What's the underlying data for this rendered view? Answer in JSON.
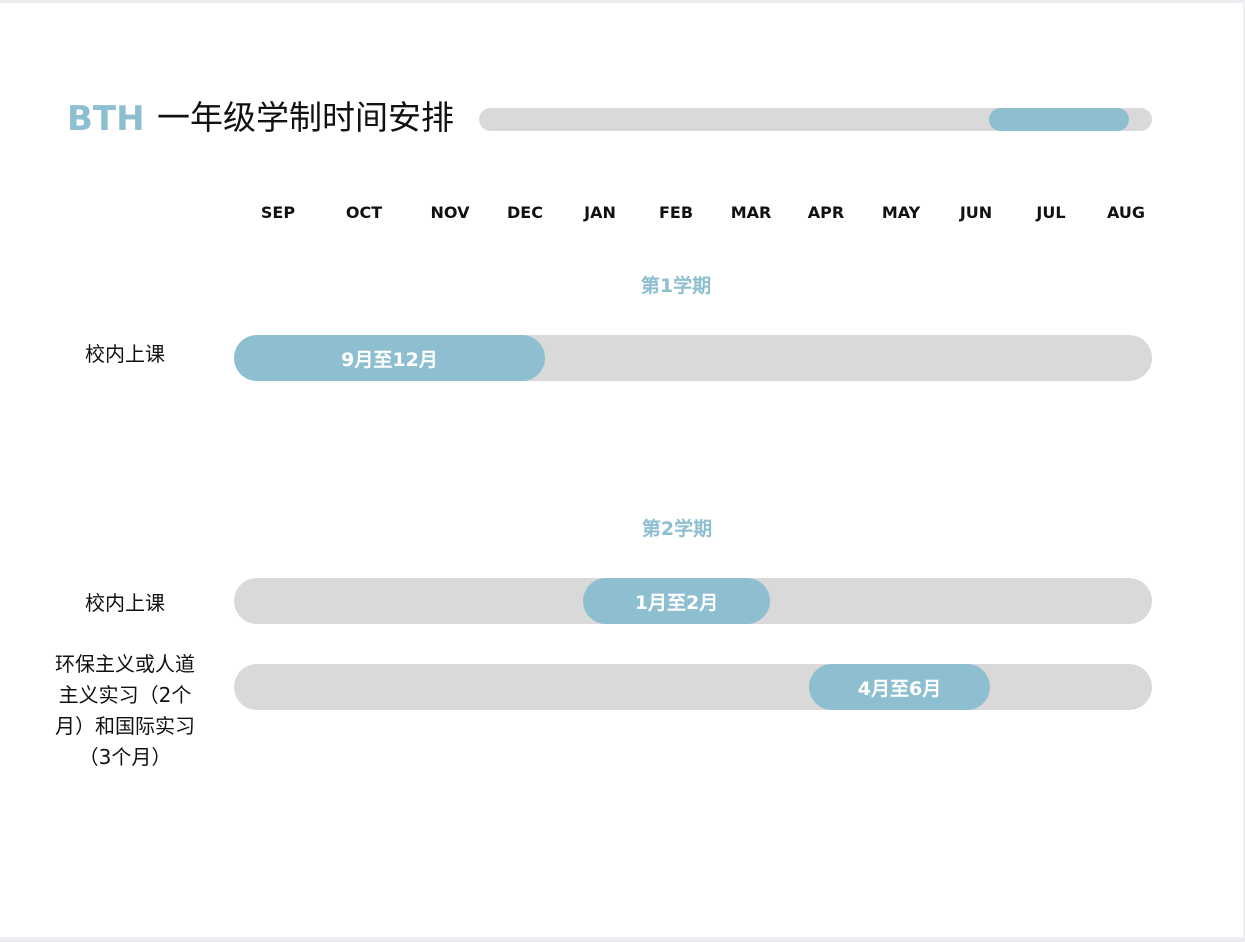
{
  "header": {
    "brand": "BTH",
    "title": "一年级学制时间安排"
  },
  "months": [
    "SEP",
    "OCT",
    "NOV",
    "DEC",
    "JAN",
    "FEB",
    "MAR",
    "APR",
    "MAY",
    "JUN",
    "JUL",
    "AUG"
  ],
  "semesters": [
    {
      "heading": "第1学期",
      "rows": [
        {
          "label": "校内上课",
          "bar_label": "9月至12月"
        }
      ]
    },
    {
      "heading": "第2学期",
      "rows": [
        {
          "label": "校内上课",
          "bar_label": "1月至2月"
        },
        {
          "label": "环保主义或人道主义实习（2个月）和国际实习（3个月）",
          "bar_label": "4月至6月"
        }
      ]
    }
  ],
  "colors": {
    "accent": "#8ebfd0",
    "track": "#d9d9d9",
    "text": "#111111"
  }
}
